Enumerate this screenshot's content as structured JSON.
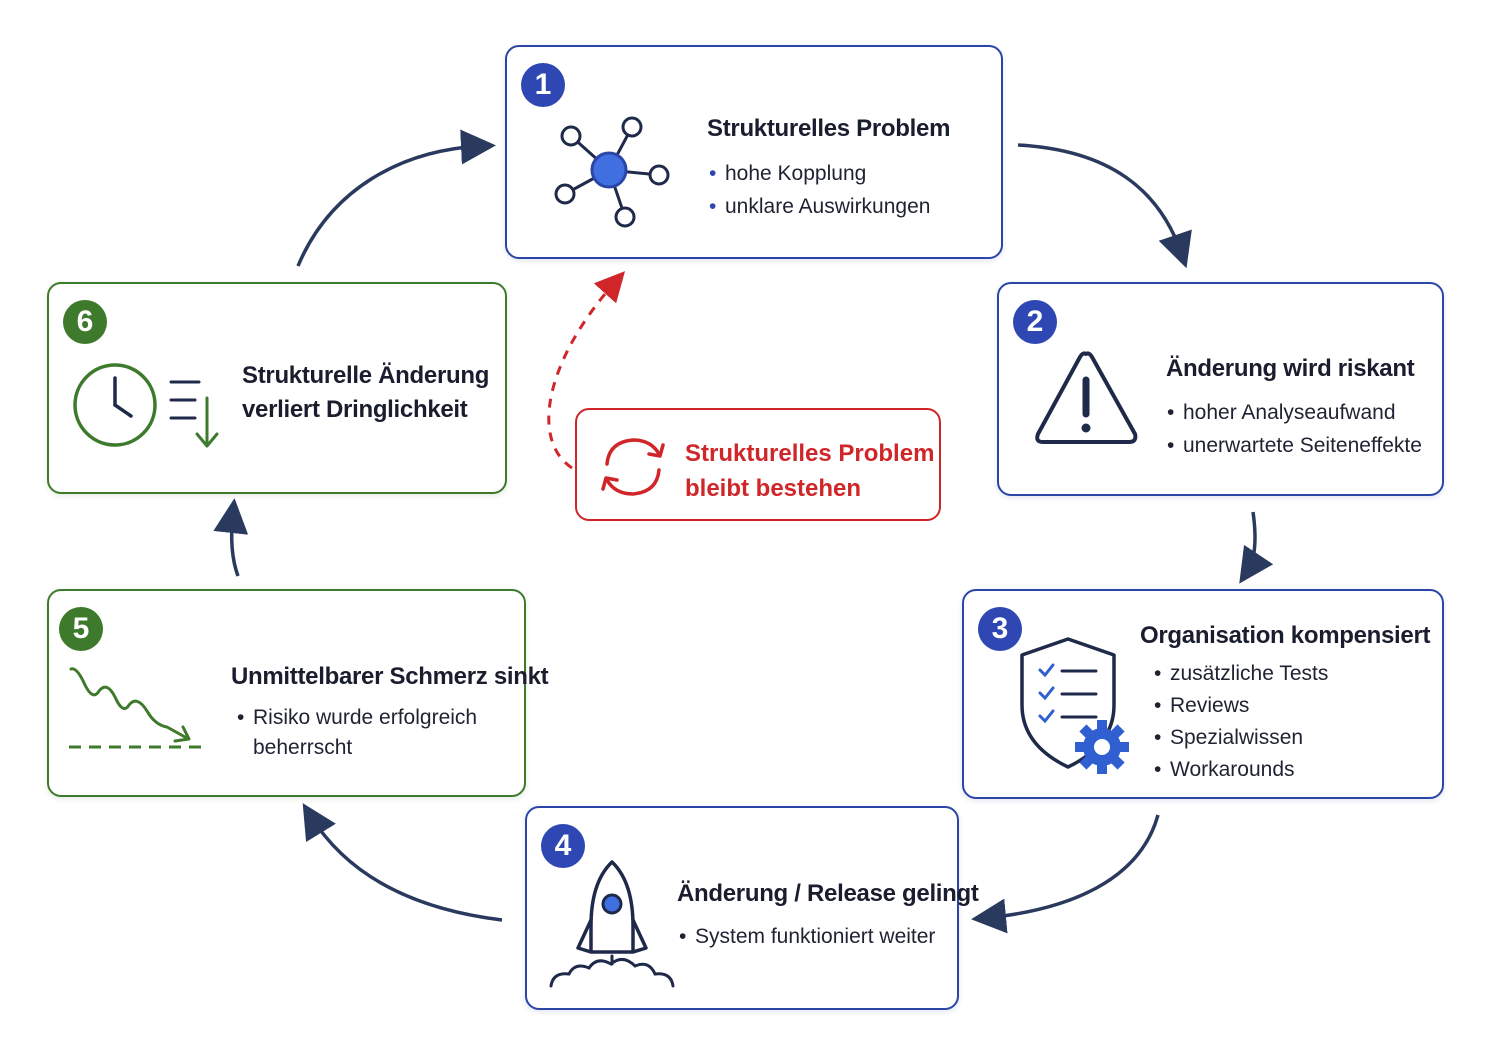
{
  "colors": {
    "blue": "#2c46a8",
    "green": "#3e7a2c",
    "red": "#d0262a",
    "arrow": "#2a3a5e",
    "accent_fill": "#3f6fe0"
  },
  "steps": [
    {
      "number": "1",
      "title": "Strukturelles Problem",
      "bullets": [
        "hohe Kopplung",
        "unklare Auswirkungen"
      ],
      "icon": "network-icon"
    },
    {
      "number": "2",
      "title": "Änderung wird riskant",
      "bullets": [
        "hoher Analyseaufwand",
        "unerwartete Seiteneffekte"
      ],
      "icon": "warning-icon"
    },
    {
      "number": "3",
      "title": "Organisation kompensiert",
      "bullets": [
        "zusätzliche Tests",
        "Reviews",
        "Spezialwissen",
        "Workarounds"
      ],
      "icon": "shield-checklist-gear-icon"
    },
    {
      "number": "4",
      "title": "Änderung / Release gelingt",
      "bullets": [
        "System funktioniert weiter"
      ],
      "icon": "rocket-icon"
    },
    {
      "number": "5",
      "title": "Unmittelbarer Schmerz sinkt",
      "bullets": [
        "Risiko wurde erfolgreich",
        "beherrscht"
      ],
      "icon": "declining-line-icon"
    },
    {
      "number": "6",
      "title_lines": [
        "Strukturelle Änderung",
        "verliert Dringlichkeit"
      ],
      "icon": "clock-priority-down-icon"
    }
  ],
  "loop_note": {
    "lines": [
      "Strukturelles Problem",
      "bleibt bestehen"
    ],
    "icon": "cycle-icon"
  }
}
